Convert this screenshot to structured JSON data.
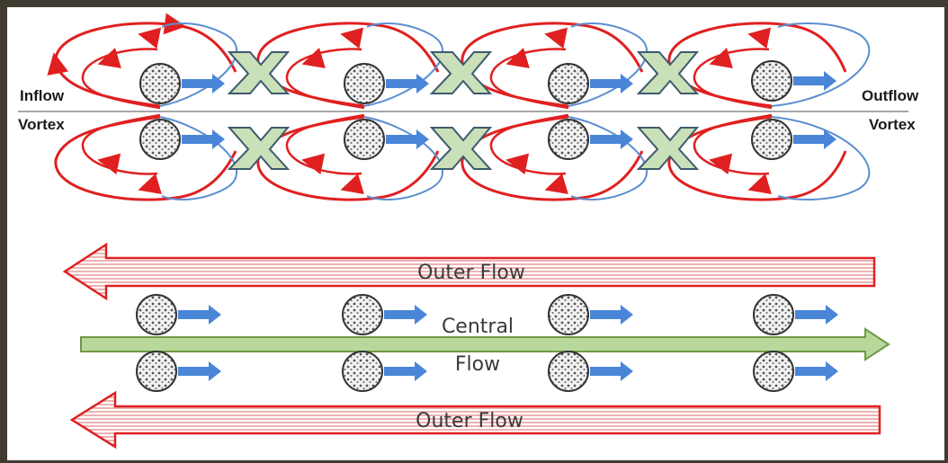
{
  "labels": {
    "inflow_line1": "Inflow",
    "inflow_line2": "Vortex",
    "outflow_line1": "Outflow",
    "outflow_line2": "Vortex",
    "outer_flow_top": "Outer Flow",
    "central_line1": "Central",
    "central_line2": "Flow",
    "outer_flow_bottom": "Outer Flow"
  },
  "colors": {
    "vortex_red": "#e02020",
    "vortex_blue": "#5b8fd0",
    "arrow_blue": "#4a86d8",
    "central_green": "#b7d89a",
    "central_green_stroke": "#6e9a45",
    "outer_red": "#e02020",
    "cross_fill": "#c9e0b8",
    "cross_stroke": "#3e5a6e",
    "frame": "#3f3b30"
  },
  "icons": [
    "particle-icon",
    "right-arrow-icon",
    "cross-flow-icon"
  ]
}
